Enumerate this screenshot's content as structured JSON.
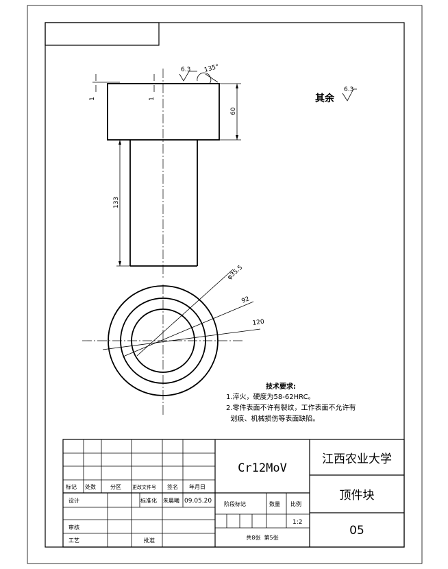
{
  "dimensions": {
    "top_offset_left": "1",
    "top_offset_right": "1",
    "head_height": "60",
    "shank_length": "133",
    "bore_diameter": "φ35.5",
    "diameter_mid": "92",
    "diameter_outer": "120"
  },
  "surface_finish": {
    "top_roughness": "6.3",
    "angle": "135°",
    "other_label": "其余",
    "other_roughness": "6.3"
  },
  "tech_requirements": {
    "title": "技术要求:",
    "lines": [
      "1.淬火，硬度为58-62HRC。",
      "2.零件表面不许有裂纹，工作表面不允许有",
      "  划痕、机械损伤等表面缺陷。"
    ]
  },
  "title_block": {
    "material": "Cr12MoV",
    "school": "江西农业大学",
    "part_name": "顶件块",
    "drawing_number": "05",
    "labels": {
      "mark": "标记",
      "count": "处数",
      "zone": "分区",
      "change_doc": "更改文件号",
      "signature": "签名",
      "date": "年月日",
      "design": "设计",
      "standardize": "标准化",
      "review": "审核",
      "process": "工艺",
      "approve": "批准",
      "stage_mark": "阶段标记",
      "quantity": "数量",
      "scale": "比例"
    },
    "standardize_person": "朱晨曦",
    "standardize_date": "09.05.20",
    "scale_value": "1:2",
    "sheet_info": "共8张  第5张"
  }
}
